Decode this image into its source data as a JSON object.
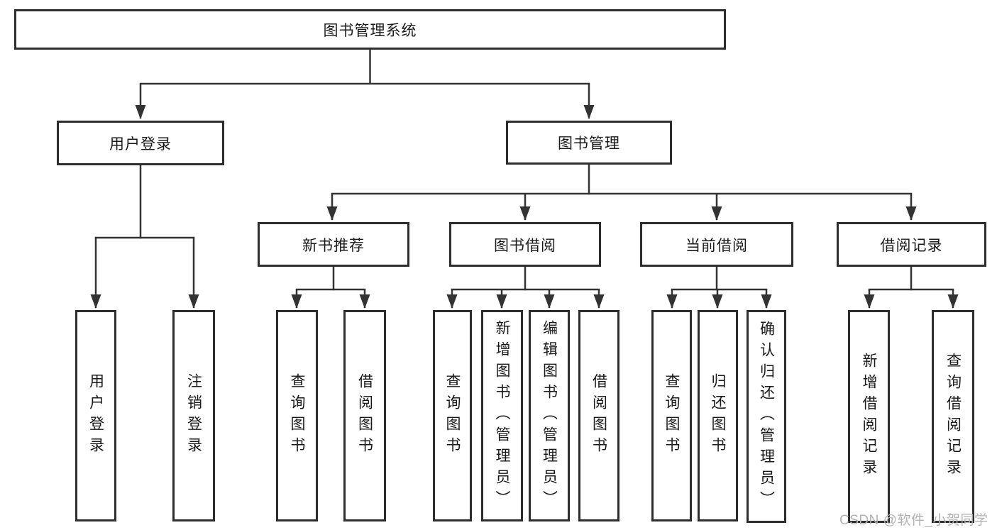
{
  "tree": {
    "root": "图书管理系统",
    "children": [
      {
        "label": "用户登录",
        "children": [
          {
            "label": "用户登录"
          },
          {
            "label": "注销登录"
          }
        ]
      },
      {
        "label": "图书管理",
        "children": [
          {
            "label": "新书推荐",
            "children": [
              {
                "label": "查询图书"
              },
              {
                "label": "借阅图书"
              }
            ]
          },
          {
            "label": "图书借阅",
            "children": [
              {
                "label": "查询图书"
              },
              {
                "label": "新增图书（管理员）"
              },
              {
                "label": "编辑图书（管理员）"
              },
              {
                "label": "借阅图书"
              }
            ]
          },
          {
            "label": "当前借阅",
            "children": [
              {
                "label": "查询图书"
              },
              {
                "label": "归还图书"
              },
              {
                "label": "确认归还（管理员）"
              }
            ]
          },
          {
            "label": "借阅记录",
            "children": [
              {
                "label": "新增借阅记录"
              },
              {
                "label": "查询借阅记录"
              }
            ]
          }
        ]
      }
    ]
  },
  "watermark": {
    "text": "CSDN @软件_小贺同学"
  },
  "colors": {
    "line": "#333333",
    "border": "#2d2d2d",
    "text": "#1a1a1a",
    "watermark": "#b2b2b2"
  }
}
